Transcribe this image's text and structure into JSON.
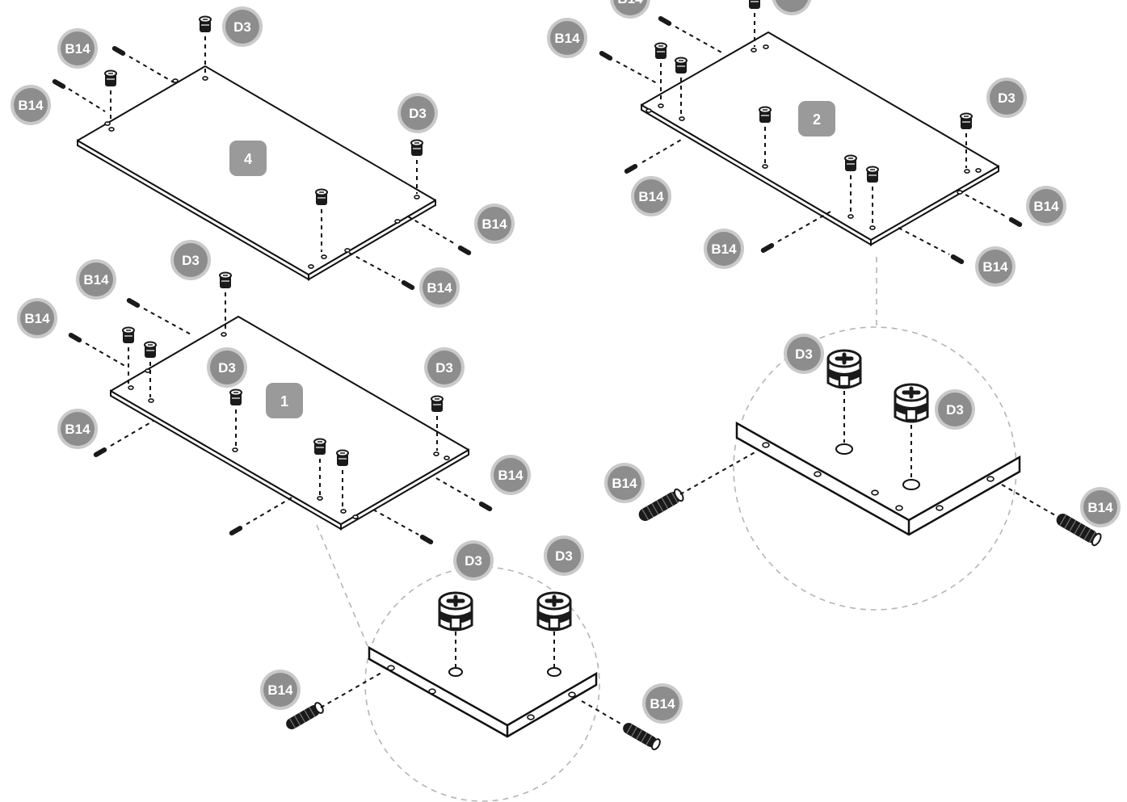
{
  "panels": [
    {
      "number": "4"
    },
    {
      "number": "2"
    },
    {
      "number": "1"
    }
  ],
  "part_labels": {
    "dowel": "B14",
    "cam_lock": "D3"
  },
  "colors": {
    "badge_fill": "#8d8d8d",
    "badge_ring": "#c9c9c9",
    "panel_label_fill": "#9a9a9a",
    "line": "#111111",
    "callout_line": "#b5b5b5"
  }
}
